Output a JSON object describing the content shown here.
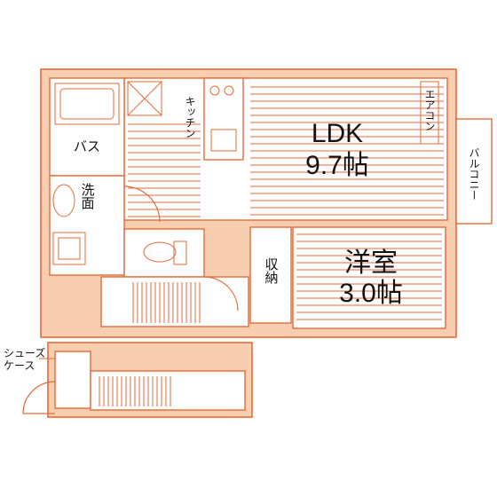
{
  "labels": {
    "ldk": "LDK",
    "ldk_size": "9.7帖",
    "western_room": "洋室",
    "western_size": "3.0帖",
    "kitchen": "キッチン",
    "aircon": "エアコン",
    "balcony": "バルコニー",
    "bath": "バス",
    "washroom": "洗面",
    "storage": "収納",
    "shoe_case_1": "シューズ",
    "shoe_case_2": "ケース"
  },
  "colors": {
    "wall_fill": "#f7cfb0",
    "line": "#e86a3a",
    "room_fill": "#ffffff",
    "text": "#111111"
  }
}
